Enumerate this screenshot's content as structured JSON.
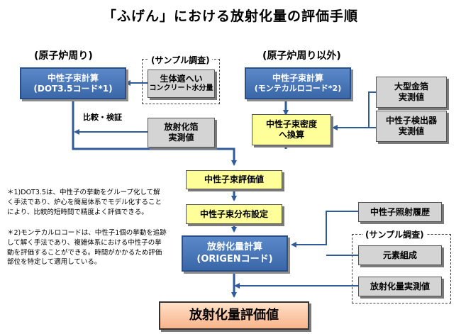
{
  "title": "「ふげん」における放射化量の評価手順",
  "headings": {
    "left": "(原子炉周り)",
    "right": "(原子炉周り以外)"
  },
  "boxes": {
    "dot_calc": {
      "line1": "中性子束計算",
      "line2": "(DOT3.5コード*1)"
    },
    "shield_survey": {
      "line1": "生体遮へい",
      "line2": "コンクリート水分量"
    },
    "survey_label_top": "(サンプル調査)",
    "compare_label": "比較・検証",
    "activation_foil": {
      "line1": "放射化箔",
      "line2": "実測値"
    },
    "mc_calc": {
      "line1": "中性子束計算",
      "line2": "(モンテカルロコード*2)"
    },
    "large_foil": {
      "line1": "大型金箔",
      "line2": "実測値"
    },
    "detector": {
      "line1": "中性子検出器",
      "line2": "実測値"
    },
    "density": {
      "line1": "中性子束密度",
      "line2": "へ換算"
    },
    "flux_eval": "中性子束評価値",
    "flux_dist": "中性子束分布設定",
    "irradiation": "中性子照射履歴",
    "survey_label_bottom": "(サンプル調査)",
    "element": "元素組成",
    "act_measured": "放射化量実測値",
    "origen": {
      "line1": "放射化量計算",
      "line2": "(ORIGENコード)"
    },
    "final": "放射化量評価値"
  },
  "notes": {
    "note1": "＊1)DOT3.5は、中性子の挙動をグループ化して解く手法であり、炉心を簡易体系でモデル化することにより、比較的短時間で精度よく評価できる。",
    "note2": "＊2)モンテカルロコードは、中性子1個の挙動を追跡して解く手法であり、複雑体系における中性子の挙動を評価することができる。時間がかかるため評価部位を特定して適用している。"
  }
}
